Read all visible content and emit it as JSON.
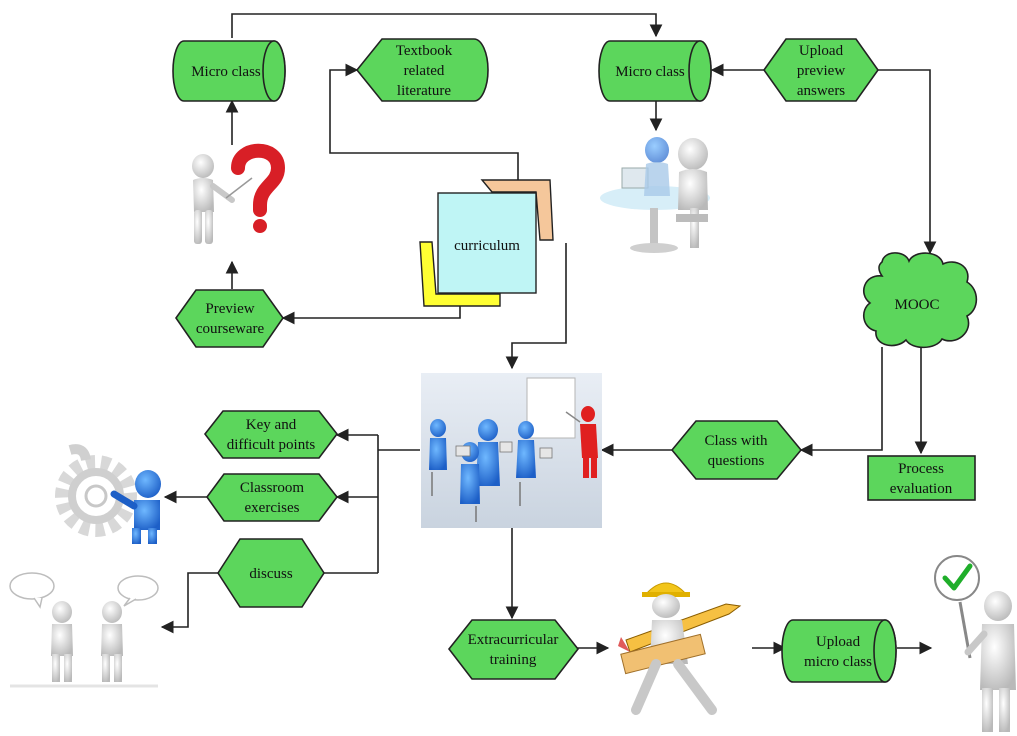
{
  "nodes": {
    "micro_class_left": [
      "Micro class"
    ],
    "textbook": [
      "Textbook",
      "related",
      "literature"
    ],
    "micro_class_right": [
      "Micro class"
    ],
    "upload_preview": [
      "Upload",
      "preview",
      "answers"
    ],
    "curriculum": [
      "curriculum"
    ],
    "preview_courseware": [
      "Preview",
      "courseware"
    ],
    "mooc": [
      "MOOC"
    ],
    "key_points": [
      "Key and",
      "difficult points"
    ],
    "classroom_exercises": [
      "Classroom",
      "exercises"
    ],
    "discuss": [
      "discuss"
    ],
    "class_questions": [
      "Class with",
      "questions"
    ],
    "process_evaluation": [
      "Process",
      "evaluation"
    ],
    "extracurricular": [
      "Extracurricular",
      "training"
    ],
    "upload_micro": [
      "Upload",
      "micro class"
    ]
  },
  "colors": {
    "node_fill": "#5cd65c",
    "stroke": "#222222",
    "curriculum_fill": "#bff5f5",
    "curriculum_back_top": "#f5c79b",
    "curriculum_back_bottom": "#ffff33"
  },
  "illustrations": [
    "teacher-question-icon",
    "students-computer-icon",
    "classroom-lecture-icon",
    "gear-figure-icon",
    "two-figures-talking-icon",
    "worker-pencil-ruler-icon",
    "figure-checkmark-sign-icon"
  ]
}
